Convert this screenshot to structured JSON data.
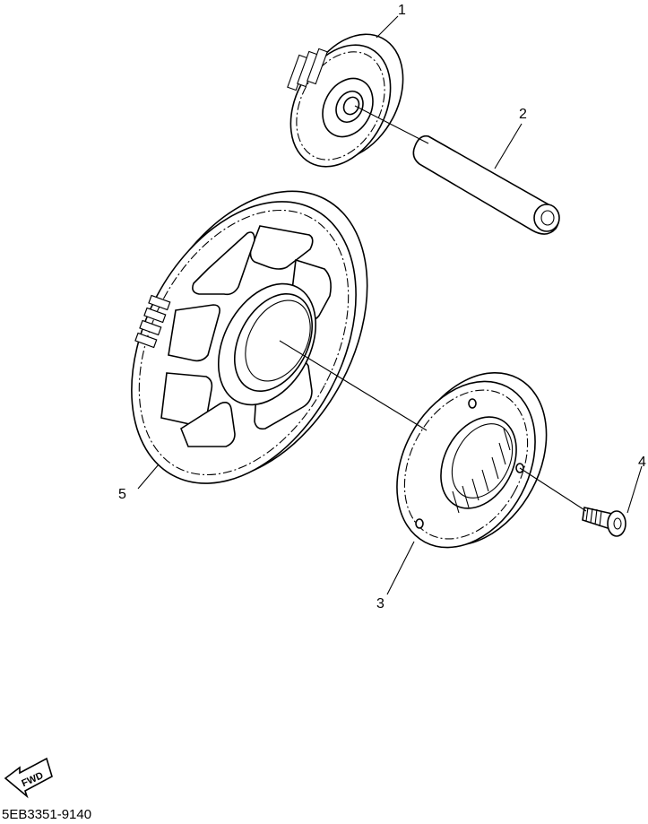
{
  "diagram": {
    "parts": [
      {
        "number": "1",
        "part": "idler-gear"
      },
      {
        "number": "2",
        "part": "shaft"
      },
      {
        "number": "3",
        "part": "starter-clutch"
      },
      {
        "number": "4",
        "part": "bolt"
      },
      {
        "number": "5",
        "part": "starter-wheel-gear"
      }
    ],
    "fwd_label": "FWD",
    "code": "5EB3351-9140"
  }
}
